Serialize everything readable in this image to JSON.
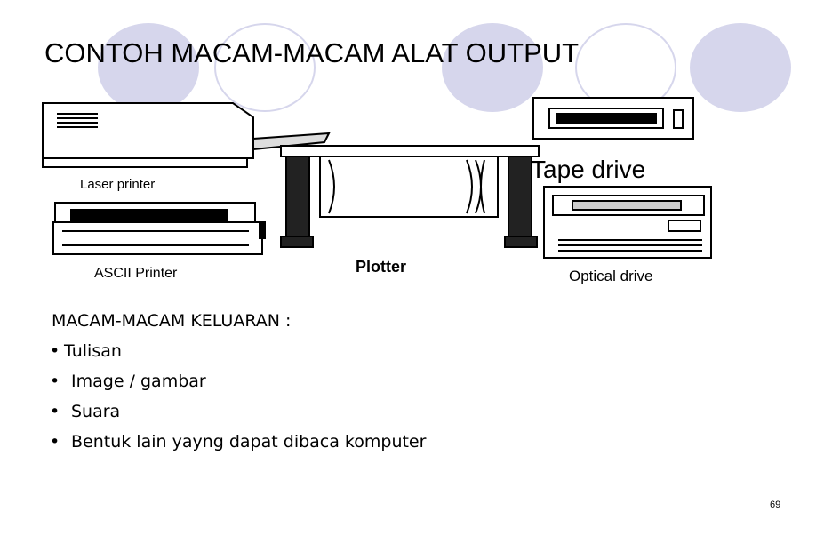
{
  "slide": {
    "title": "CONTOH MACAM-MACAM ALAT OUTPUT",
    "page_number": "69"
  },
  "illustration": {
    "laser_printer": "Laser printer",
    "ascii_printer": "ASCII Printer",
    "plotter": "Plotter",
    "tape_drive": "Tape drive",
    "optical_drive": "Optical drive"
  },
  "content": {
    "subtitle": "MACAM-MACAM KELUARAN :",
    "bullet": "•",
    "items": [
      "Tulisan",
      "Image / gambar",
      "Suara",
      "Bentuk lain yayng dapat dibaca komputer"
    ]
  },
  "colors": {
    "decor_circle": "#d6d6ec",
    "text": "#000000",
    "background": "#ffffff"
  }
}
